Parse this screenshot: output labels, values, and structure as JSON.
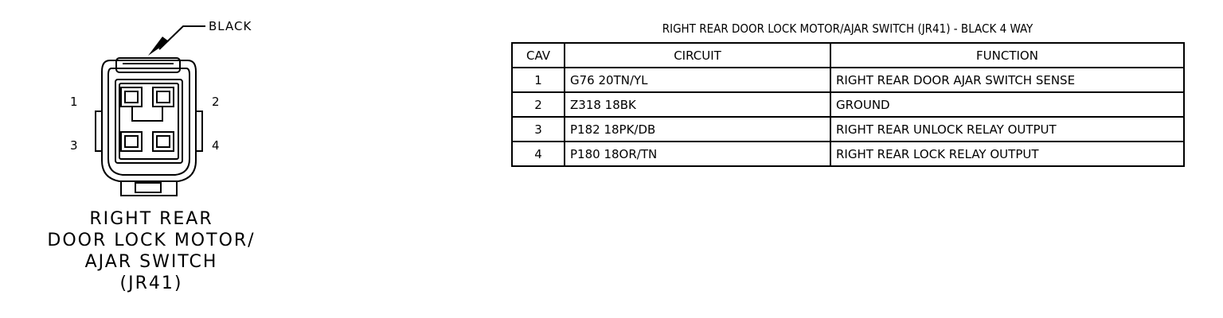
{
  "connector": {
    "color_label": "BLACK",
    "pins": [
      "1",
      "2",
      "3",
      "4"
    ],
    "caption": [
      "RIGHT REAR",
      "DOOR LOCK MOTOR/",
      "AJAR SWITCH",
      "(JR41)"
    ]
  },
  "table": {
    "title": "RIGHT REAR DOOR LOCK MOTOR/AJAR SWITCH (JR41) - BLACK 4 WAY",
    "headers": [
      "CAV",
      "CIRCUIT",
      "FUNCTION"
    ],
    "rows": [
      {
        "cav": "1",
        "circuit": "G76 20TN/YL",
        "function": "RIGHT REAR DOOR AJAR SWITCH SENSE"
      },
      {
        "cav": "2",
        "circuit": "Z318 18BK",
        "function": "GROUND"
      },
      {
        "cav": "3",
        "circuit": "P182 18PK/DB",
        "function": "RIGHT REAR UNLOCK RELAY OUTPUT"
      },
      {
        "cav": "4",
        "circuit": "P180 18OR/TN",
        "function": "RIGHT REAR LOCK RELAY OUTPUT"
      }
    ]
  }
}
